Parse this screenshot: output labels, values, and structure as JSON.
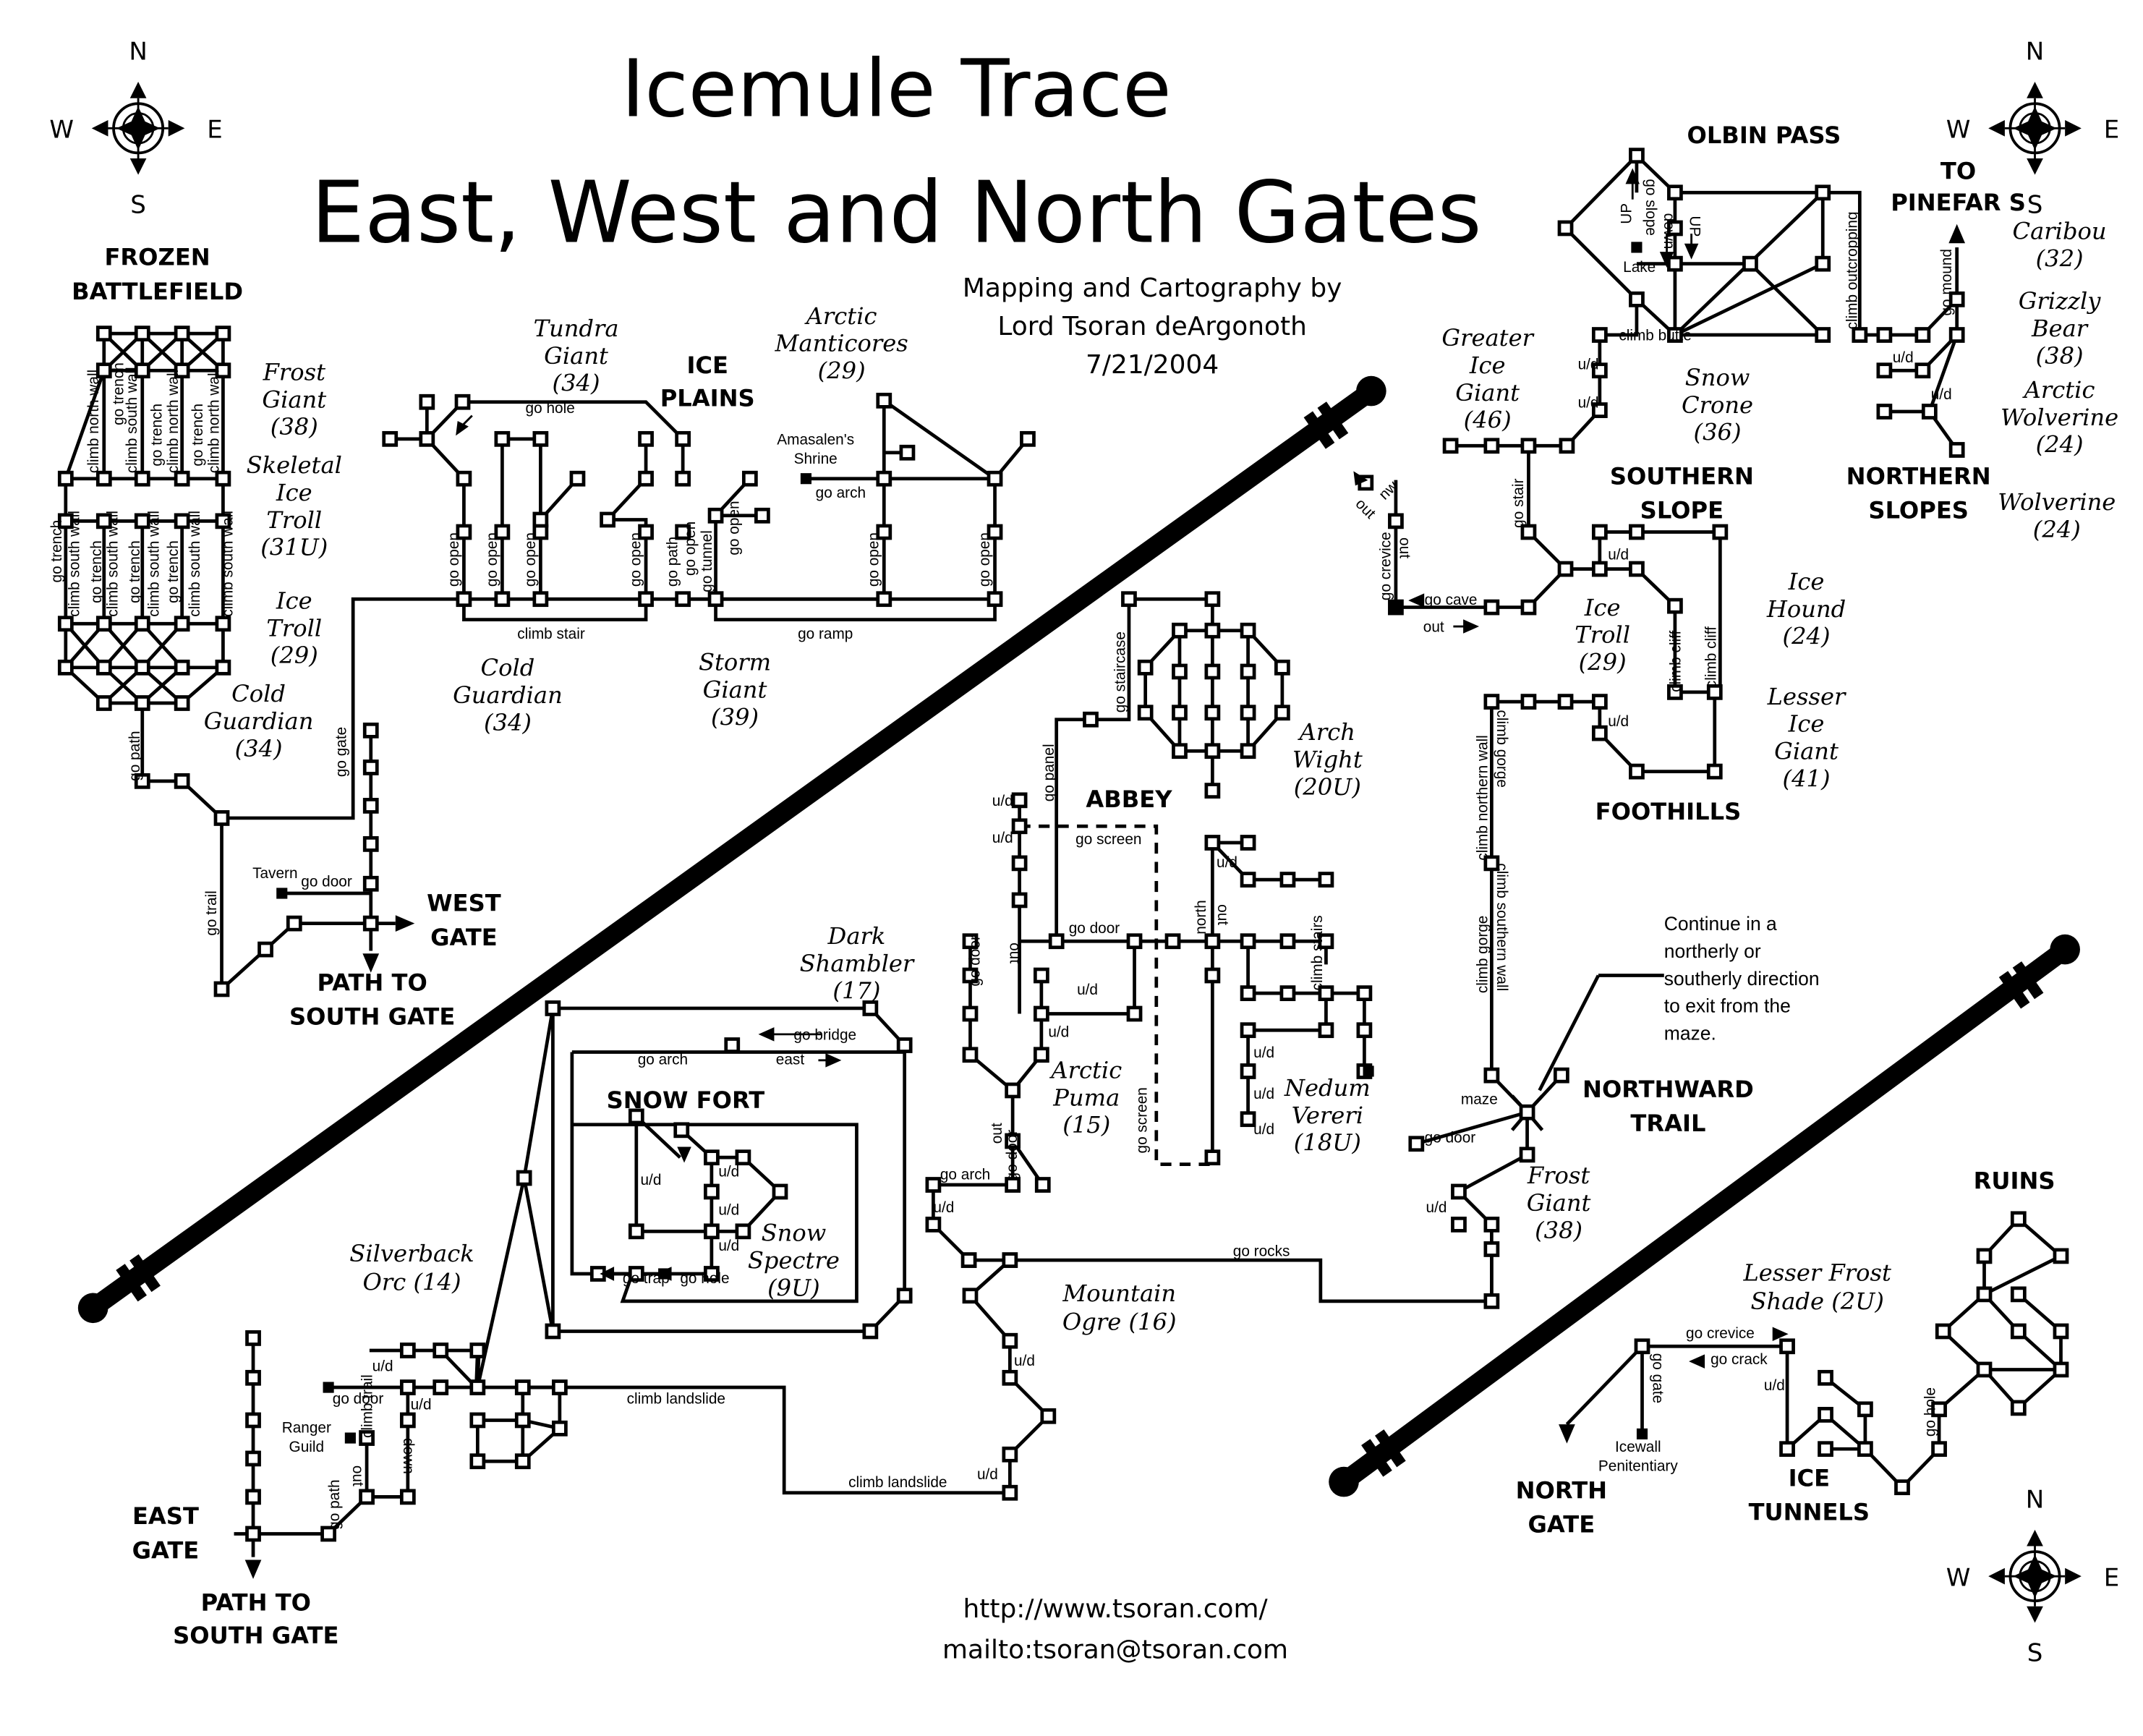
{
  "title": {
    "line1": "Icemule Trace",
    "line2": "East, West and North Gates"
  },
  "credits": {
    "line1": "Mapping and Cartography by",
    "line2": "Lord Tsoran deArgonoth",
    "date": "7/21/2004",
    "url": "http://www.tsoran.com/",
    "mail": "mailto:tsoran@tsoran.com"
  },
  "compass": {
    "n": "N",
    "s": "S",
    "e": "E",
    "w": "W"
  },
  "regions": {
    "frozen1": "FROZEN",
    "frozen2": "BATTLEFIELD",
    "ice_plains1": "ICE",
    "ice_plains2": "PLAINS",
    "west_gate1": "WEST",
    "west_gate2": "GATE",
    "path_south_a1": "PATH TO",
    "path_south_a2": "SOUTH GATE",
    "abbey": "ABBEY",
    "snow_fort": "SNOW FORT",
    "olbin": "OLBIN PASS",
    "to1": "TO",
    "to2": "PINEFAR S",
    "southern1": "SOUTHERN",
    "southern2": "SLOPE",
    "northern1": "NORTHERN",
    "northern2": "SLOPES",
    "foothills": "FOOTHILLS",
    "northward1": "NORTHWARD",
    "northward2": "TRAIL",
    "ruins": "RUINS",
    "east_gate1": "EAST",
    "east_gate2": "GATE",
    "path_south_b1": "PATH TO",
    "path_south_b2": "SOUTH GATE",
    "north_gate1": "NORTH",
    "north_gate2": "GATE",
    "ice_tunnels1": "ICE",
    "ice_tunnels2": "TUNNELS"
  },
  "creatures": {
    "frost_giant_a": [
      "Frost",
      "Giant",
      "(38)"
    ],
    "skeletal": [
      "Skeletal",
      "Ice",
      "Troll",
      "(31U)"
    ],
    "ice_troll_a": [
      "Ice",
      "Troll",
      "(29)"
    ],
    "cold_guardian_a": [
      "Cold",
      "Guardian",
      "(34)"
    ],
    "tundra": [
      "Tundra",
      "Giant",
      "(34)"
    ],
    "manticores": [
      "Arctic",
      "Manticores",
      "(29)"
    ],
    "cold_guardian_b": [
      "Cold",
      "Guardian",
      "(34)"
    ],
    "storm": [
      "Storm",
      "Giant",
      "(39)"
    ],
    "arch_wight": [
      "Arch",
      "Wight",
      "(20U)"
    ],
    "dark_shambler": [
      "Dark",
      "Shambler",
      "(17)"
    ],
    "arctic_puma": [
      "Arctic",
      "Puma",
      "(15)"
    ],
    "nedum": [
      "Nedum",
      "Vereri",
      "(18U)"
    ],
    "snow_spectre": [
      "Snow",
      "Spectre",
      "(9U)"
    ],
    "silverback": [
      "Silverback",
      "Orc (14)"
    ],
    "mountain_ogre": [
      "Mountain",
      "Ogre (16)"
    ],
    "caribou": [
      "Caribou",
      "(32)"
    ],
    "grizzly": [
      "Grizzly",
      "Bear",
      "(38)"
    ],
    "arctic_wolverine": [
      "Arctic",
      "Wolverine",
      "(24)"
    ],
    "wolverine": [
      "Wolverine",
      "(24)"
    ],
    "greater_ice_giant": [
      "Greater",
      "Ice",
      "Giant",
      "(46)"
    ],
    "snow_crone": [
      "Snow",
      "Crone",
      "(36)"
    ],
    "ice_troll_b": [
      "Ice",
      "Troll",
      "(29)"
    ],
    "ice_hound": [
      "Ice",
      "Hound",
      "(24)"
    ],
    "lesser_ice_giant": [
      "Lesser",
      "Ice",
      "Giant",
      "(41)"
    ],
    "frost_giant_b": [
      "Frost",
      "Giant",
      "(38)"
    ],
    "lesser_frost_shade": [
      "Lesser Frost",
      "Shade (2U)"
    ]
  },
  "places": {
    "shrine1": "Amasalen's",
    "shrine2": "Shrine",
    "tavern": "Tavern",
    "lake": "Lake",
    "ranger1": "Ranger",
    "ranger2": "Guild",
    "icewall1": "Icewall",
    "icewall2": "Penitentiary",
    "maze": "maze"
  },
  "note": [
    "Continue in a",
    "northerly or",
    "southerly direction",
    "to exit from the",
    "maze."
  ],
  "paths": {
    "climb_north_wall": "climb north wall",
    "climb_south_wall": "climb south wall",
    "go_trench": "go trench",
    "go_path": "go path",
    "go_trail": "go trail",
    "go_gate": "go gate",
    "go_door": "go door",
    "go_hole": "go hole",
    "go_open": "go open",
    "climb_stair": "climb stair",
    "go_ramp": "go ramp",
    "go_tunnel": "go tunnel",
    "go_arch": "go arch",
    "go_staircase": "go staircase",
    "go_panel": "go panel",
    "go_screen": "go screen",
    "ud": "u/d",
    "out": "out",
    "north": "north",
    "climb_stairs": "climb stairs",
    "go_bridge": "go bridge",
    "east": "east",
    "go_trap": "go trap",
    "climb_landslide": "climb landslide",
    "go_rocks": "go rocks",
    "climb_trail": "climb trail",
    "down": "down",
    "climb_butte": "climb butte",
    "go_slope": "go slope",
    "up": "UP",
    "climb_outcropping": "climb outcropping",
    "go_mound": "go mound",
    "go_stair": "go stair",
    "go_crevice": "go crevice",
    "go_cave": "go cave",
    "nw": "nw",
    "climb_cliff": "climb cliff",
    "climb_northern_wall": "climb northern wall",
    "climb_gorge": "climb gorge",
    "climb_southern_wall": "climb southern wall",
    "go_crack": "go crack"
  }
}
